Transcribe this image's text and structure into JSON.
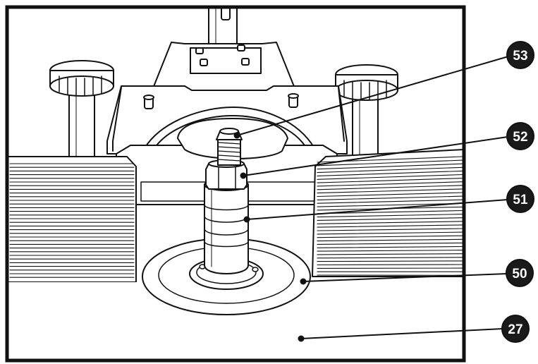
{
  "diagram": {
    "colors": {
      "ink": "#111111",
      "paper": "#ffffff",
      "callout_fill": "#1a1a1a",
      "callout_text": "#ffffff"
    },
    "callouts": [
      {
        "id": "53",
        "label": "53"
      },
      {
        "id": "52",
        "label": "52"
      },
      {
        "id": "51",
        "label": "51"
      },
      {
        "id": "50",
        "label": "50"
      },
      {
        "id": "27",
        "label": "27"
      }
    ]
  }
}
